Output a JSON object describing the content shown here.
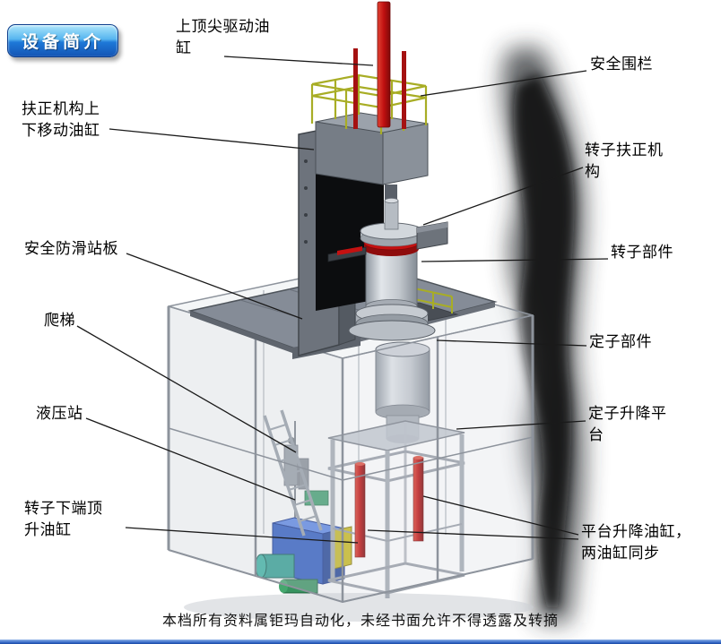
{
  "badge": {
    "label": "设备简介"
  },
  "labels": [
    {
      "name": "top-drive-cylinder",
      "text": "上顶尖驱动油\n缸"
    },
    {
      "name": "safety-fence",
      "text": "安全围栏"
    },
    {
      "name": "centering-updown-cylinder",
      "text": "扶正机构上\n下移动油缸"
    },
    {
      "name": "rotor-centering-mechanism",
      "text": "转子扶正机\n构"
    },
    {
      "name": "anti-slip-deck",
      "text": "安全防滑站板"
    },
    {
      "name": "rotor-component",
      "text": "转子部件"
    },
    {
      "name": "ladder",
      "text": "爬梯"
    },
    {
      "name": "stator-component",
      "text": "定子部件"
    },
    {
      "name": "hydraulic-station",
      "text": "液压站"
    },
    {
      "name": "stator-lift-platform",
      "text": "定子升降平\n台"
    },
    {
      "name": "rotor-bottom-jack-cylinder",
      "text": "转子下端顶\n升油缸"
    },
    {
      "name": "platform-lift-cylinders",
      "text": "平台升降油缸，\n两油缸同步"
    }
  ],
  "footer": {
    "text": "本档所有资料属钜玛自动化，未经书面允许不得透露及转摘"
  },
  "colors": {
    "machine-red": "#c41111",
    "railing-yellow": "#a8ad25",
    "hydraulic-blue": "#2b59c3",
    "accent-yellow": "#c9bb22",
    "badge-blue-top": "#aee6fb",
    "badge-blue-bottom": "#1455b4"
  }
}
